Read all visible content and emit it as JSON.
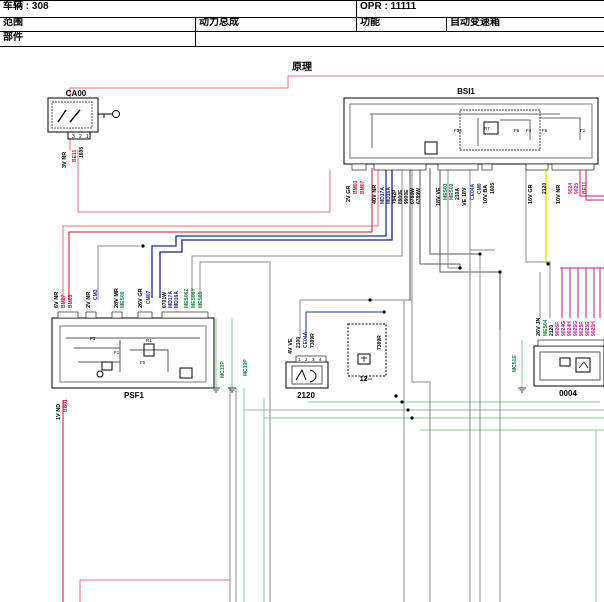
{
  "header": {
    "vehicle_label": "车辆 : 308",
    "opr_label": "OPR : 11111",
    "scope_label": "范围",
    "scope_value": "动力总成",
    "function_label": "功能",
    "function_value": "自动变速箱",
    "parts_label": "部件"
  },
  "section_title": "原理",
  "components": {
    "ca00": {
      "name": "CA00",
      "pins": [
        "3",
        "2",
        "1"
      ],
      "wire_labels": [
        "3V NR",
        "BE11",
        "1605"
      ]
    },
    "bsi1": {
      "name": "BSI1",
      "group1_label": "2V GR",
      "group1_wires": [
        "BM03",
        "BM07"
      ],
      "group2_label": "40V NR",
      "group2_wires": [
        "MD17A",
        "MD16A",
        "7942P",
        "8900E",
        "9900E",
        "6788W",
        "6789W"
      ],
      "group3_label": "18V VE",
      "group3_wires": [
        "MES03",
        "MES02",
        "210A",
        "CE04A",
        "CM0"
      ],
      "group3_sub": "VE 18V",
      "group4_label": "10V BA",
      "group4_wires": [
        "1605"
      ],
      "group5_label": "16V GR",
      "group5_wires": [
        "2120"
      ],
      "group6_label": "10V NR",
      "group6_wires": [
        "9024",
        "9025",
        "BE11"
      ],
      "fuse_labels": [
        "F36",
        "R7",
        "F5",
        "F4",
        "F6",
        "F1"
      ]
    },
    "psf1": {
      "name": "PSF1",
      "group1_label": "6V NR",
      "group1_wires": [
        "BM07",
        "BM03"
      ],
      "group2_label": "2V NR",
      "group2_wires": [
        "CM3"
      ],
      "group3_label": "28V MR",
      "group3_wires": [
        "MES09"
      ],
      "group4_label": "26V GR",
      "group4_wires": [
        "CM07"
      ],
      "group5_wires": [
        "6701W",
        "MD17A",
        "MD16A",
        "MES06Z",
        "MES06Y",
        "MES01"
      ],
      "relay_labels": [
        "F1",
        "R1",
        "F5",
        "F3"
      ],
      "ground_label": "1V ND",
      "ground_wire": "BB01"
    },
    "c2120": {
      "name": "2120",
      "conn_label": "4V VE",
      "wires": [
        "2100",
        "CE04A",
        "7389R"
      ],
      "pins": [
        "1",
        "2",
        "3",
        "4"
      ]
    },
    "c12": {
      "name": "12--",
      "wire": "7389R"
    },
    "c0004": {
      "name": "0004",
      "conn_label": "26V JN",
      "wires": [
        "MES04",
        "2120",
        "9026F",
        "9024G",
        "9024H",
        "9025G",
        "9025F",
        "9025E",
        "9025H"
      ]
    },
    "grounds": [
      "MC10P",
      "MC10P",
      "MC51E"
    ]
  },
  "colors": {
    "red": "#c8102e",
    "pink": "#e8727a",
    "blue": "#1c2b9b",
    "navy": "#1d1f6e",
    "green": "#167a3a",
    "magenta": "#c2188a",
    "yellow": "#f2e81c",
    "gray": "#8a8a8a",
    "lightgreen": "#8cc89a"
  }
}
